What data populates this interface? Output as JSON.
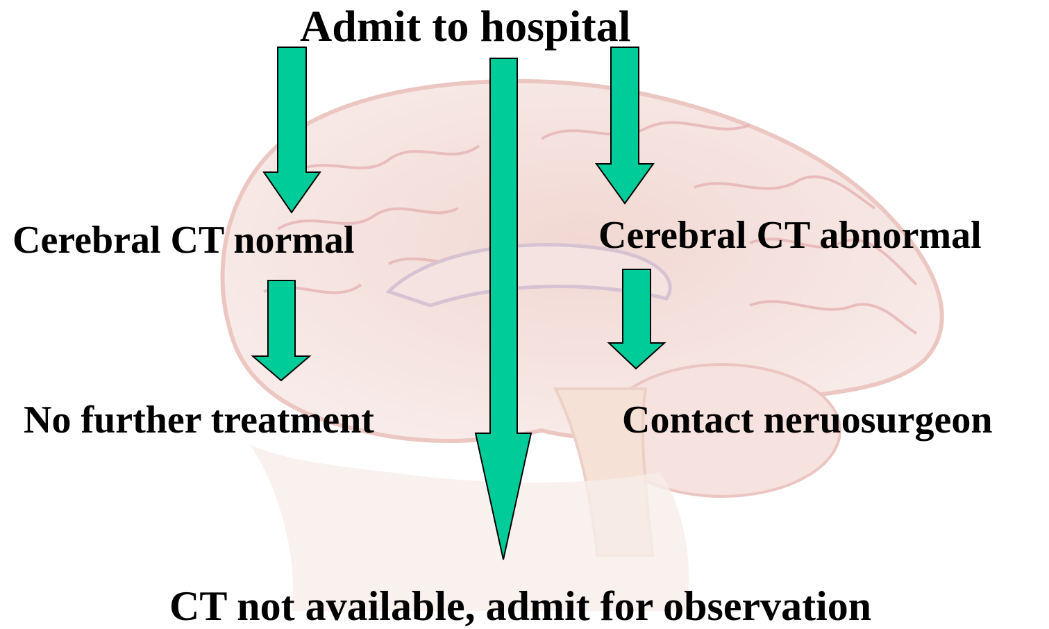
{
  "diagram": {
    "title": "Admit to hospital",
    "nodes": {
      "ct_normal": "Cerebral CT normal",
      "ct_abnormal": "Cerebral CT abnormal",
      "no_further_treatment": "No further treatment",
      "contact_neurosurgeon": "Contact neruosurgeon",
      "ct_not_available": "CT not available, admit for observation"
    },
    "edges": [
      {
        "from": "title",
        "to": "ct_normal"
      },
      {
        "from": "title",
        "to": "ct_abnormal"
      },
      {
        "from": "title",
        "to": "ct_not_available"
      },
      {
        "from": "ct_normal",
        "to": "no_further_treatment"
      },
      {
        "from": "ct_abnormal",
        "to": "contact_neurosurgeon"
      }
    ]
  },
  "colors": {
    "arrow_fill": "#00CC99",
    "arrow_stroke": "#000000",
    "text": "#000000",
    "brain_tint": "#d9a6a6"
  },
  "background_image": "faded-brain-sagittal-section"
}
